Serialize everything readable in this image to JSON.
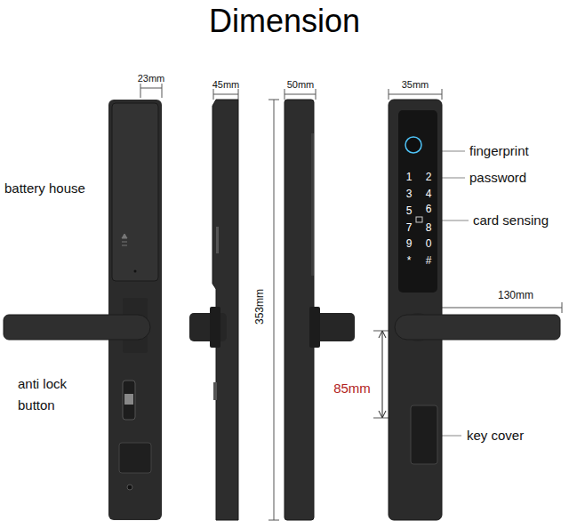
{
  "diagram": {
    "title": "Dimension",
    "labels": [
      "23mm",
      "45mm",
      "50mm",
      "35mm",
      "battery house",
      "fingerprint",
      "1",
      "2",
      "password",
      "3",
      "4",
      "5",
      "6",
      "card sensing",
      "7",
      "8",
      "9",
      "0",
      "*",
      "#",
      "353mm",
      "130mm",
      "anti lock button",
      "85mm",
      "key cover"
    ]
  }
}
